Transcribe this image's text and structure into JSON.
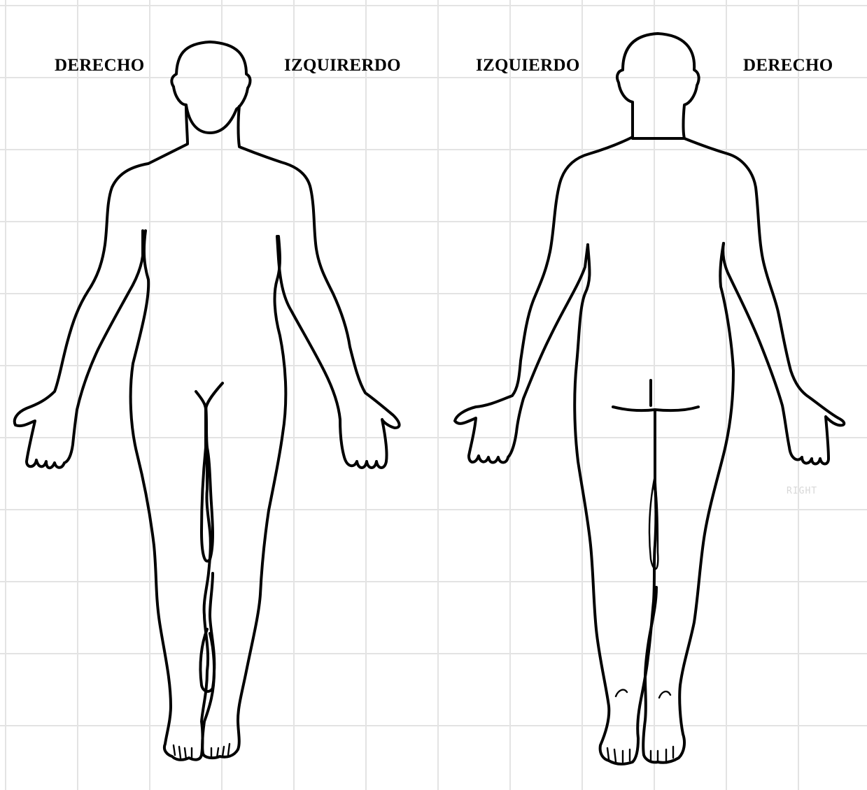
{
  "labels": {
    "front_left": "DERECHO",
    "front_right": "IZQUIRERDO",
    "back_left": "IZQUIERDO",
    "back_right": "DERECHO"
  },
  "watermark": "RIGHT",
  "figures": {
    "front": "front-body-figure",
    "back": "back-body-figure"
  },
  "colors": {
    "grid": "#e3e3e3",
    "outline": "#000000",
    "background": "#ffffff"
  }
}
